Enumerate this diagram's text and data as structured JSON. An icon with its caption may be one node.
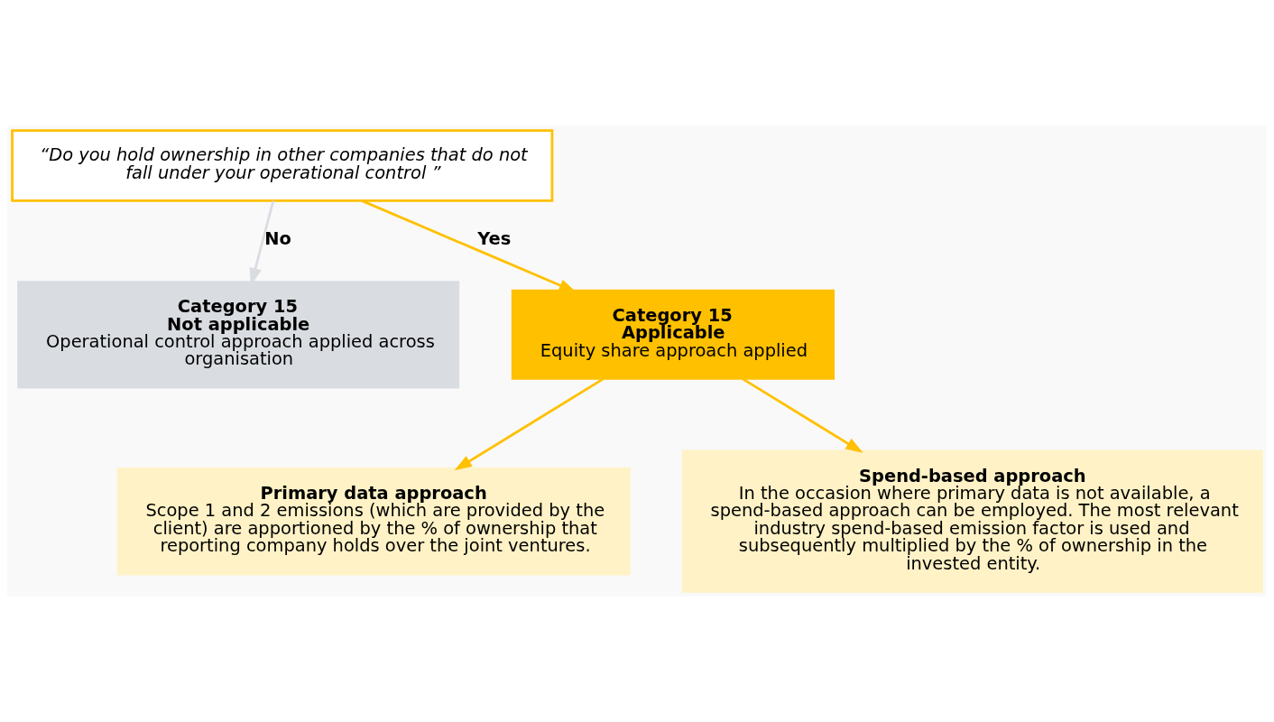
{
  "diagram": {
    "nodes": [
      {
        "text": [
          "“Do you hold ownership in other companies that do not fall under your operational control ”"
        ]
      },
      {
        "text": [
          "Category 15",
          "Not applicable",
          "Operational control approach applied across organisation"
        ]
      },
      {
        "text": [
          "Category 15",
          "Applicable",
          "Equity share approach applied"
        ]
      },
      {
        "text": [
          "Primary data approach",
          "Scope 1 and 2 emissions (which are provided by the client) are apportioned by the % of ownership that reporting company holds over the joint ventures."
        ]
      },
      {
        "text": [
          "Spend-based approach",
          "In the occasion where primary data is not available, a spend-based approach can be employed. The most relevant industry spend-based emission factor is used and subsequently multiplied by the % of ownership in the invested entity."
        ]
      }
    ],
    "edges": [
      {
        "from": 0,
        "to": 1,
        "arrow": "to",
        "label": "No",
        "color": "#d9dce1"
      },
      {
        "from": 0,
        "to": 2,
        "arrow": "to",
        "label": "Yes"
      },
      {
        "from": 2,
        "to": 3,
        "arrow": "to"
      },
      {
        "from": 2,
        "to": 4,
        "arrow": "to"
      }
    ]
  }
}
